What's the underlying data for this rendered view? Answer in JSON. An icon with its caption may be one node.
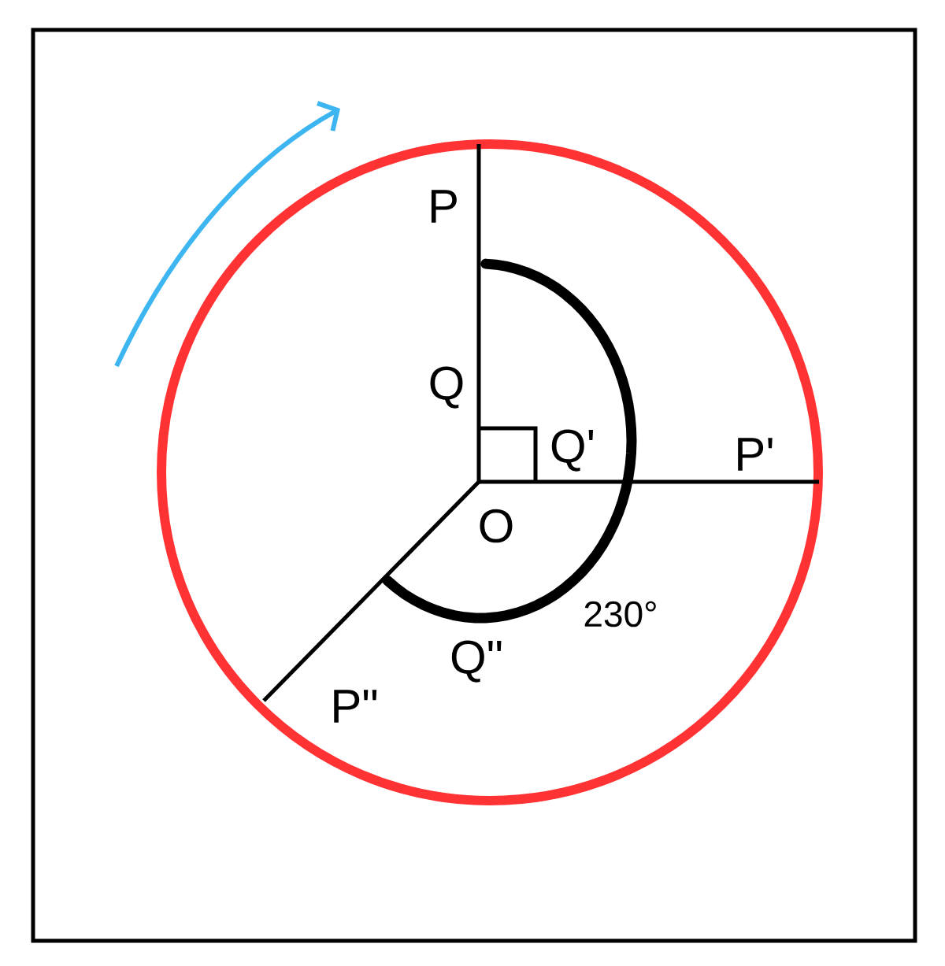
{
  "diagram": {
    "labels": [
      "P",
      "Q",
      "Q'",
      "P'",
      "O",
      "230°",
      "Q\"",
      "P\""
    ]
  }
}
